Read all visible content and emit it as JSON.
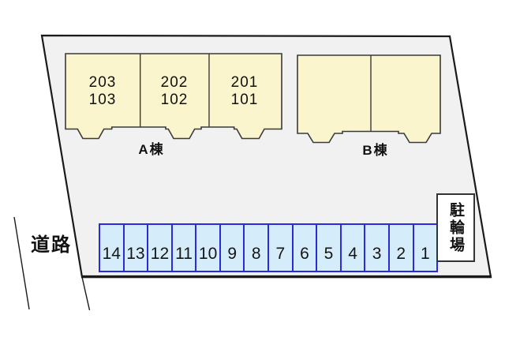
{
  "road": {
    "label": "道路"
  },
  "bike_shed": {
    "label": "駐輪場"
  },
  "buildings": {
    "a": {
      "label": "A棟",
      "units": [
        {
          "line1": "203",
          "line2": "103"
        },
        {
          "line1": "202",
          "line2": "102"
        },
        {
          "line1": "201",
          "line2": "101"
        }
      ]
    },
    "b": {
      "label": "B棟"
    }
  },
  "parking": {
    "spaces": [
      "14",
      "13",
      "12",
      "11",
      "10",
      "9",
      "8",
      "7",
      "6",
      "5",
      "4",
      "3",
      "2",
      "1"
    ]
  },
  "colors": {
    "site_fill": "#f1f1f1",
    "outline": "#1a1a1a",
    "building_fill": "#faf5cd",
    "building_stroke": "#3a3a3a",
    "parking_fill": "#d5ecfb",
    "parking_stroke": "#2a2ae0"
  }
}
